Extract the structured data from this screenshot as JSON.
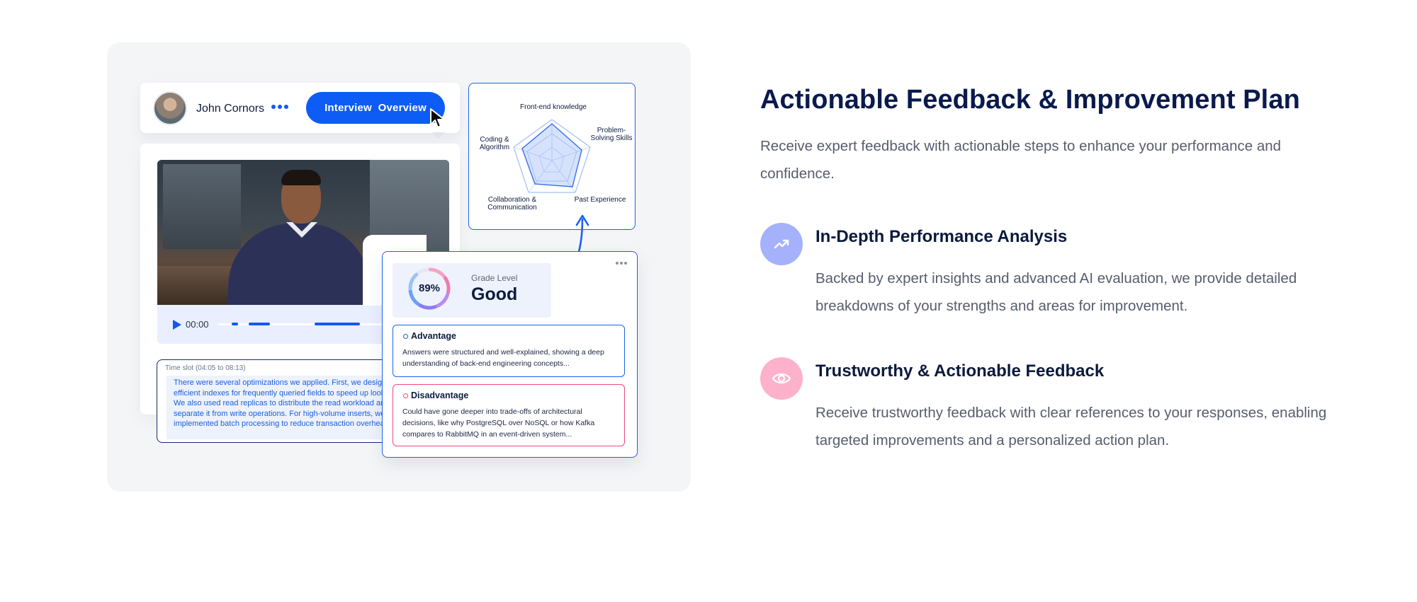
{
  "profile": {
    "name": "John Cornors",
    "overview_button": "Interview  Overview"
  },
  "video": {
    "time": "00:00"
  },
  "transcript": {
    "label": "Time slot  (04:05 to 08:13)",
    "lines": [
      "There were several optimizations we applied. First, we designed",
      "efficient indexes for frequently queried fields to speed up lookups.",
      "We also used read replicas to distribute the read workload and",
      "separate it from write operations. For high-volume inserts, we",
      "implemented batch processing to reduce transaction overhead."
    ]
  },
  "radar": {
    "labels": {
      "top": "Front-end knowledge",
      "right": "Problem-\nSolving Skills",
      "bottom_right": "Past Experience",
      "bottom_left": "Collaboration &\nCommunication",
      "left": "Coding &\nAlgorithm"
    }
  },
  "grade": {
    "percent": "89%",
    "percent_value": 0.89,
    "level_label": "Grade Level",
    "level_value": "Good"
  },
  "advantage": {
    "title": "Advantage",
    "text": "Answers were structured and well-explained, showing a deep\nunderstanding of back-end engineering concepts..."
  },
  "disadvantage": {
    "title": "Disadvantage",
    "text": "Could have gone deeper into trade-offs of architectural\ndecisions, like why PostgreSQL over NoSQL or how Kafka\ncompares to RabbitMQ in an event-driven system..."
  },
  "section": {
    "title": "Actionable Feedback & Improvement Plan",
    "subtitle": "Receive expert feedback with actionable steps to enhance your performance and confidence."
  },
  "features": [
    {
      "icon": "trending-up-icon",
      "icon_bg": "#a5b1fb",
      "title": "In-Depth Performance Analysis",
      "text": "Backed by expert insights and advanced AI evaluation, we provide detailed breakdowns of your strengths and areas for improvement."
    },
    {
      "icon": "eye-icon",
      "icon_bg": "#fdb1cb",
      "title": "Trustworthy & Actionable Feedback",
      "text": "Receive trustworthy feedback with clear references to your responses, enabling targeted improvements and a personalized action plan."
    }
  ],
  "colors": {
    "accent": "#0d5cf5",
    "heading": "#0a1a4d",
    "disadvantage": "#f0497a"
  }
}
